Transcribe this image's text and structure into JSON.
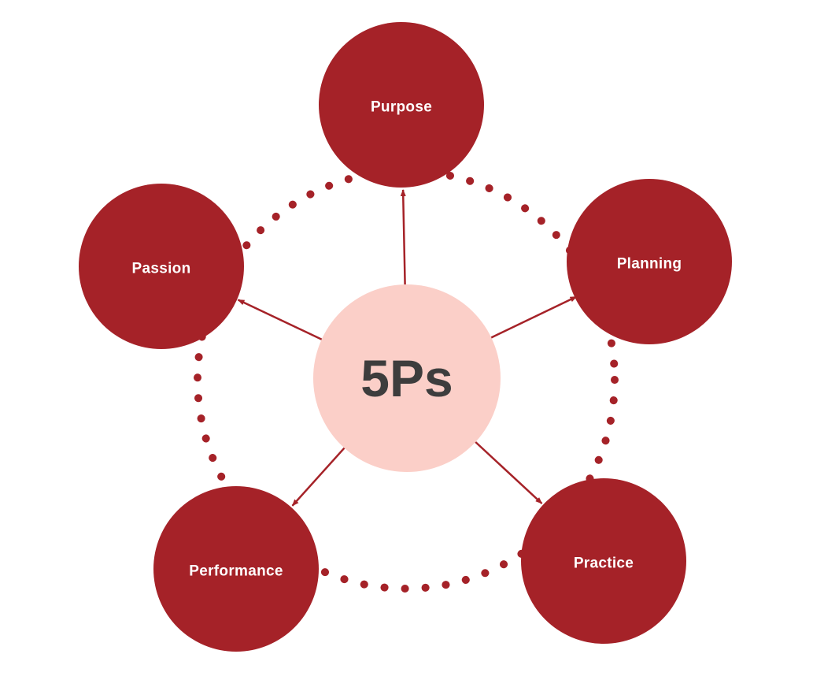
{
  "diagram": {
    "type": "radial-spoke-diagram",
    "center": {
      "label": "5Ps"
    },
    "nodes": [
      {
        "id": "purpose",
        "label": "Purpose"
      },
      {
        "id": "planning",
        "label": "Planning"
      },
      {
        "id": "practice",
        "label": "Practice"
      },
      {
        "id": "performance",
        "label": "Performance"
      },
      {
        "id": "passion",
        "label": "Passion"
      }
    ],
    "colors": {
      "node_fill": "#A52228",
      "center_fill": "#FBCFC8",
      "center_text": "#3D3D3D",
      "node_label": "#FFFFFF",
      "background": "#FFFFFF"
    }
  }
}
